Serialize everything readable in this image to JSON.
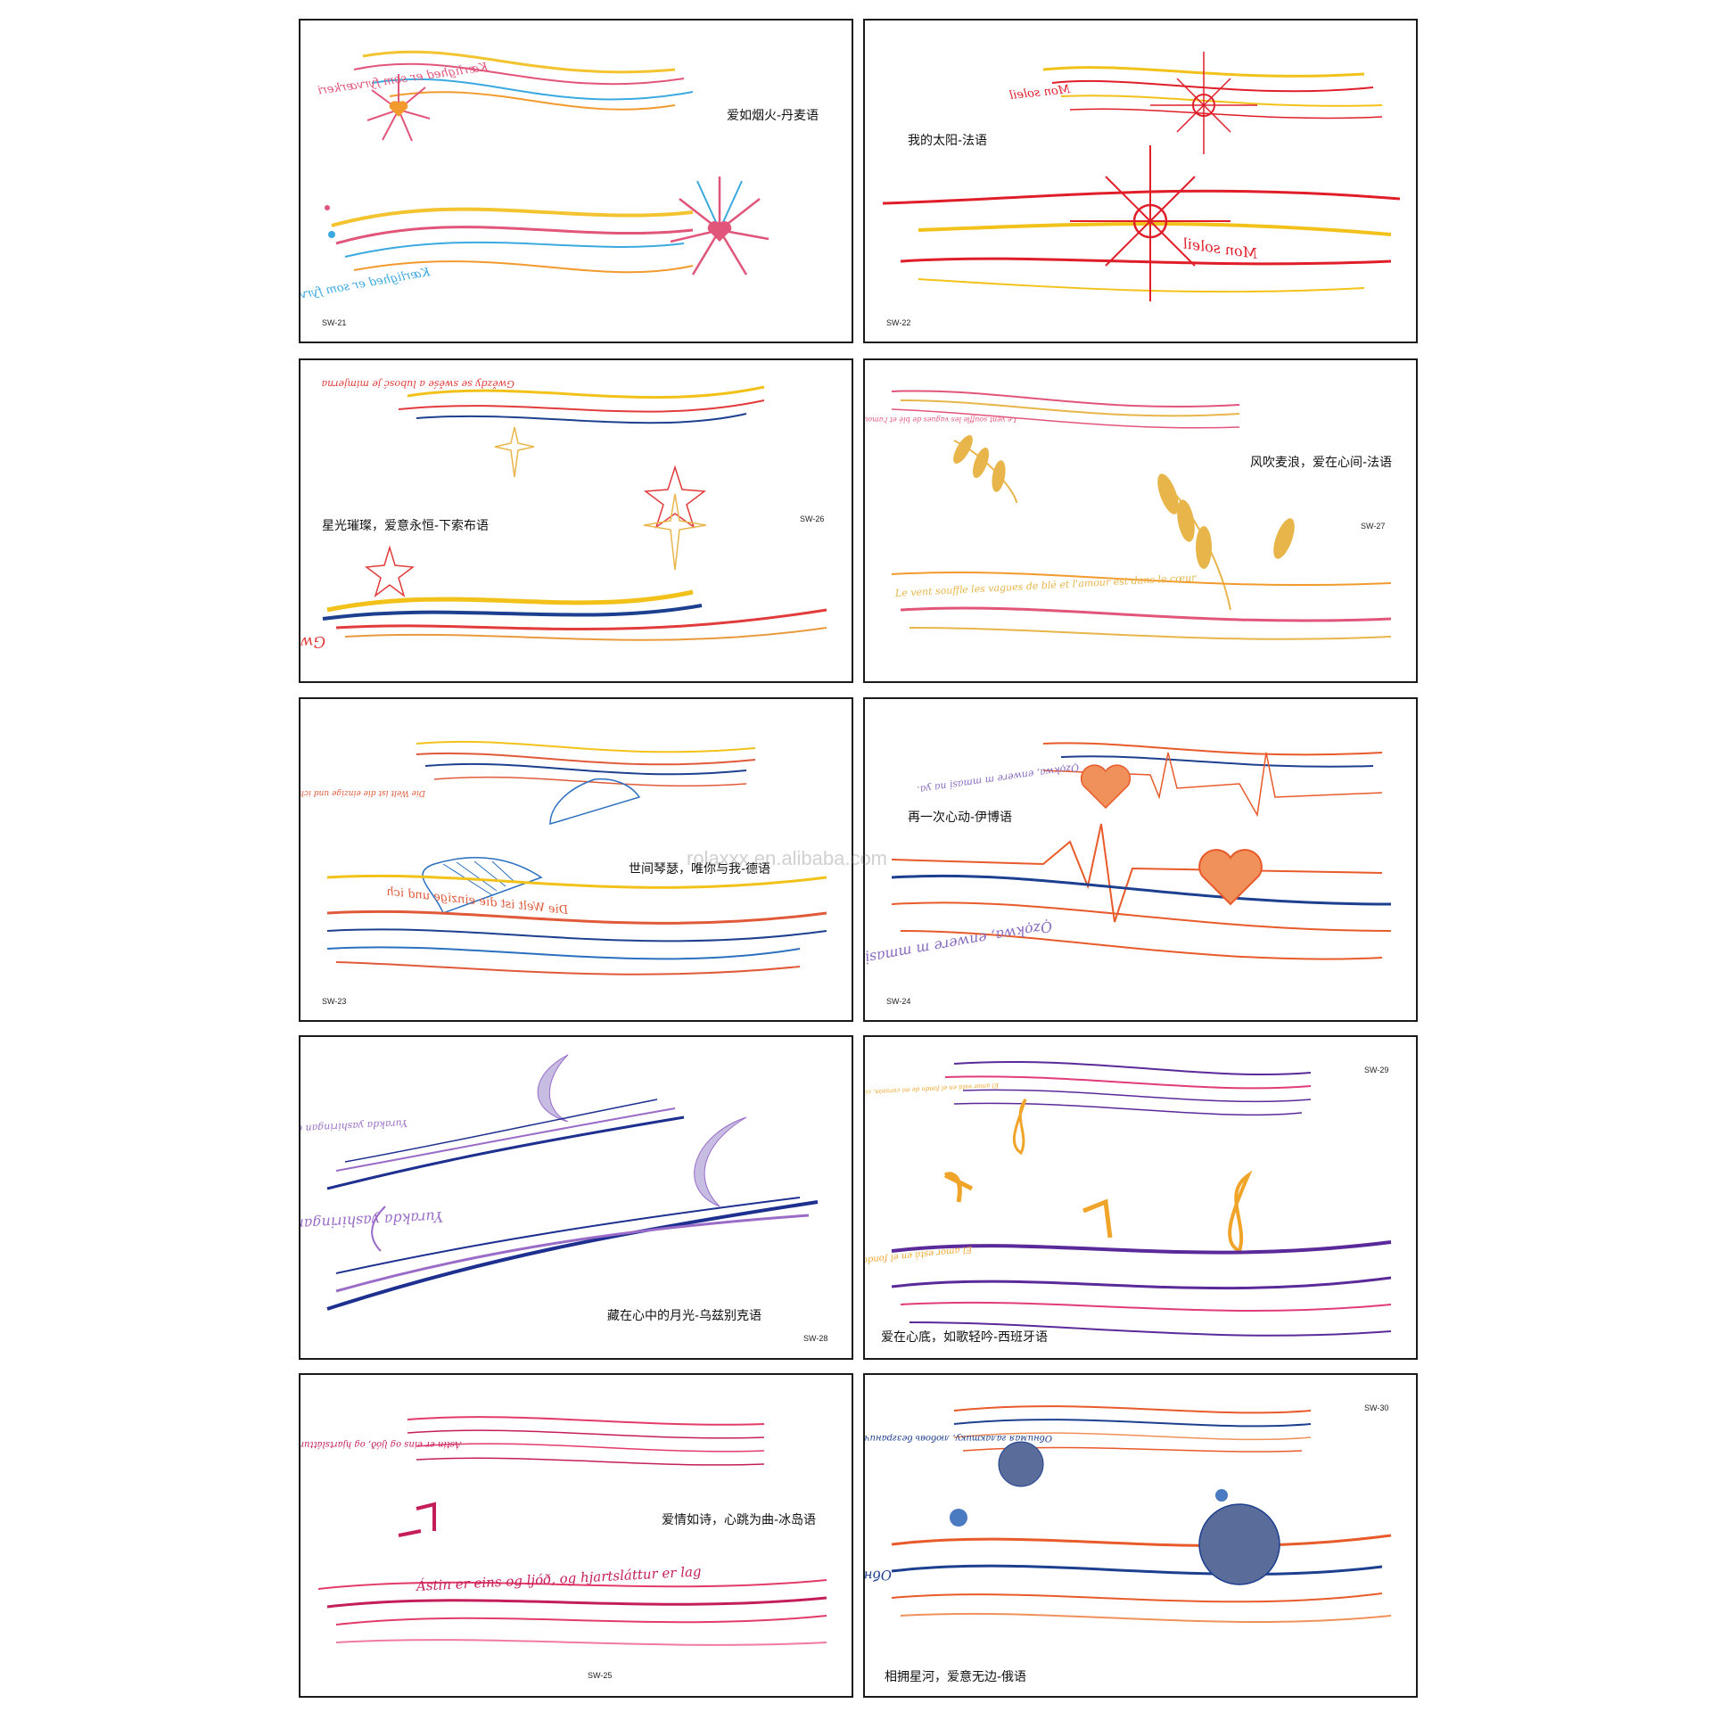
{
  "watermark": "rolaxxx.en.alibaba.com",
  "panels": [
    {
      "code": "SW-21",
      "caption": "爱如烟火-丹麦语",
      "script": "Kærlighed er som fyrværkeri",
      "colors": [
        "#f4c430",
        "#e2557a",
        "#3aa9e0",
        "#f29a2e"
      ],
      "motif": "firework-icon"
    },
    {
      "code": "SW-22",
      "caption": "我的太阳-法语",
      "script": "Mon soleil",
      "colors": [
        "#e01e2a",
        "#f2c21b",
        "#f5a623"
      ],
      "motif": "sun-icon"
    },
    {
      "code": "SW-26",
      "caption": "星光璀璨，爱意永恒-下索布语",
      "script": "Gwězdy se swěśe a lubosć je mimjerna",
      "colors": [
        "#e23b3b",
        "#f2c21b",
        "#1d3f8f",
        "#e89a3c"
      ],
      "motif": "star-icon"
    },
    {
      "code": "SW-27",
      "caption": "风吹麦浪，爱在心间-法语",
      "script": "Le vent souffle les vagues de blé et l'amour est dans le cœur",
      "colors": [
        "#e8b54a",
        "#e2557a",
        "#f29a2e"
      ],
      "motif": "wheat-icon"
    },
    {
      "code": "SW-23",
      "caption": "世间琴瑟，唯你与我-德语",
      "script": "Die Welt ist die einzige und ich",
      "colors": [
        "#e05a3a",
        "#f2c21b",
        "#2a6fc0",
        "#1d3f8f"
      ],
      "motif": "umbrella-icon"
    },
    {
      "code": "SW-24",
      "caption": "再一次心动-伊博语",
      "script": "Ọzọkwa, enwere m mmasị na ya.",
      "colors": [
        "#e85a2a",
        "#1d3f8f",
        "#8a6cc0",
        "#f0905a"
      ],
      "motif": "heartbeat-icon"
    },
    {
      "code": "SW-28",
      "caption": "藏在心中的月光-乌兹别克语",
      "script": "Yurakda yashiringan oy nuri",
      "colors": [
        "#1d2f8f",
        "#9a6cc8",
        "#e35a9a"
      ],
      "motif": "moon-icon"
    },
    {
      "code": "SW-29",
      "caption": "爱在心底，如歌轻吟-西班牙语",
      "script": "El amor está en el fondo de mi corazón, como una canción susurrada",
      "colors": [
        "#5a2a9a",
        "#f0a52a",
        "#e23b7a"
      ],
      "motif": "music-note-icon"
    },
    {
      "code": "SW-25",
      "caption": "爱情如诗，心跳为曲-冰岛语",
      "script": "Ástin er eins og ljóð, og hjartsláttur er lag",
      "colors": [
        "#e23b6a",
        "#c41e5a",
        "#f07aa0"
      ],
      "motif": "music-note-icon"
    },
    {
      "code": "SW-30",
      "caption": "相拥星河，爱意无边-俄语",
      "script": "Обнимая галактику, любовь безгранична",
      "colors": [
        "#e85a2a",
        "#1d3f8f",
        "#f0905a"
      ],
      "motif": "planet-icon"
    }
  ]
}
